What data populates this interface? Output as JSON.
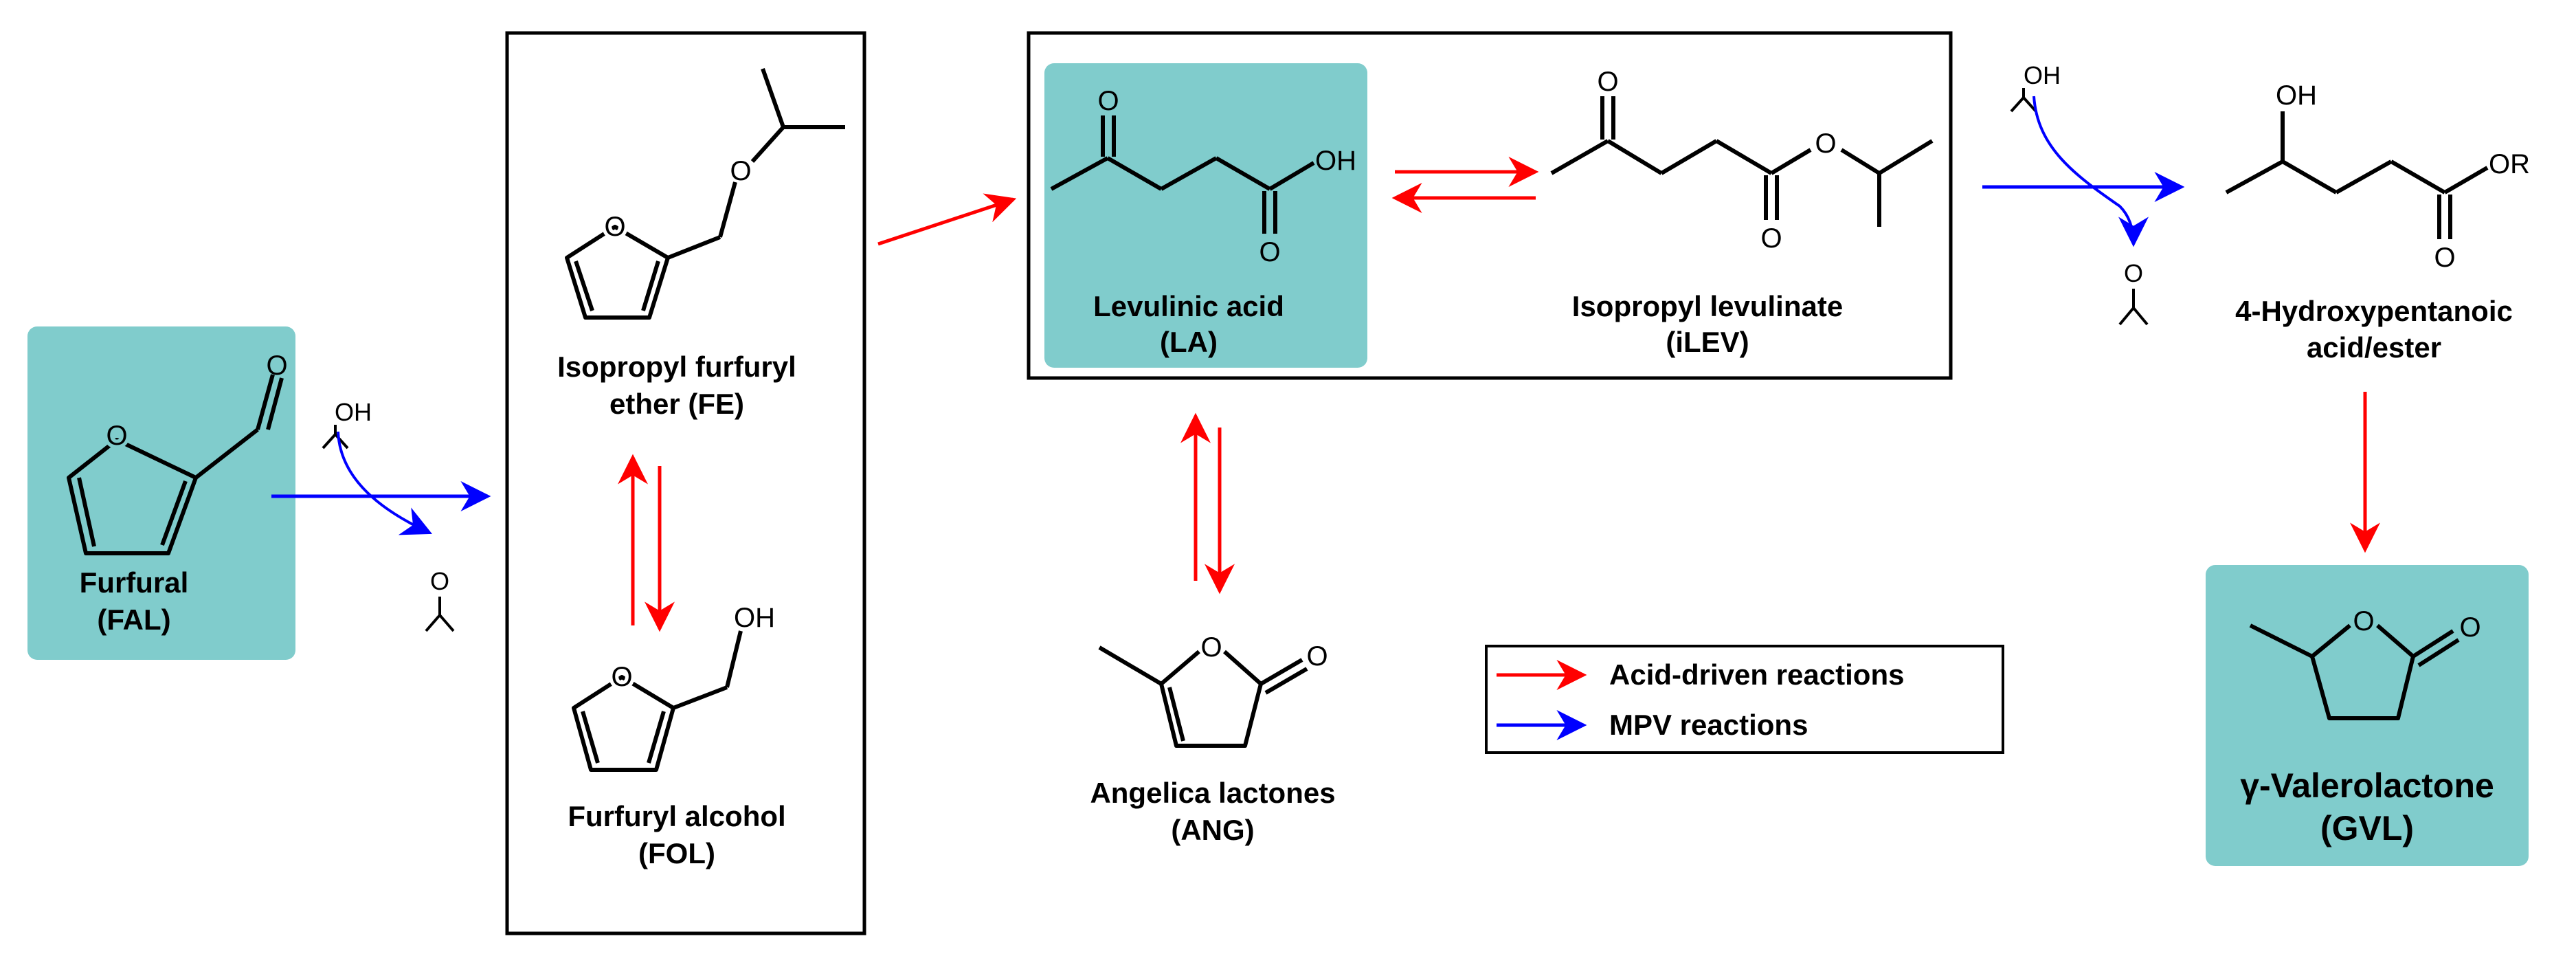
{
  "colors": {
    "highlight": "#80cccc",
    "acid_arrow": "#ff0000",
    "mpv_arrow": "#0000ff",
    "bond": "#000000"
  },
  "compounds": {
    "furfural": {
      "name": "Furfural",
      "abbr": "(FAL)"
    },
    "furfuryl_ether": {
      "name_line1": "Isopropyl furfuryl",
      "name_line2": "ether (FE)"
    },
    "furfuryl_alcohol": {
      "name": "Furfuryl alcohol",
      "abbr": "(FOL)"
    },
    "levulinic_acid": {
      "name": "Levulinic acid",
      "abbr": "(LA)"
    },
    "isopropyl_levulinate": {
      "name": "Isopropyl levulinate",
      "abbr": "(iLEV)"
    },
    "angelica_lactones": {
      "name": "Angelica lactones",
      "abbr": "(ANG)"
    },
    "hydroxypentanoic": {
      "name_line1": "4-Hydroxypentanoic",
      "name_line2": "acid/ester"
    },
    "gvl": {
      "name": "γ-Valerolactone",
      "abbr": "(GVL)"
    }
  },
  "atoms": {
    "oxygen": "O",
    "hydroxyl": "OH",
    "ester_r": "OR"
  },
  "legend": {
    "acid_label": "Acid-driven reactions",
    "mpv_label": "MPV reactions"
  }
}
